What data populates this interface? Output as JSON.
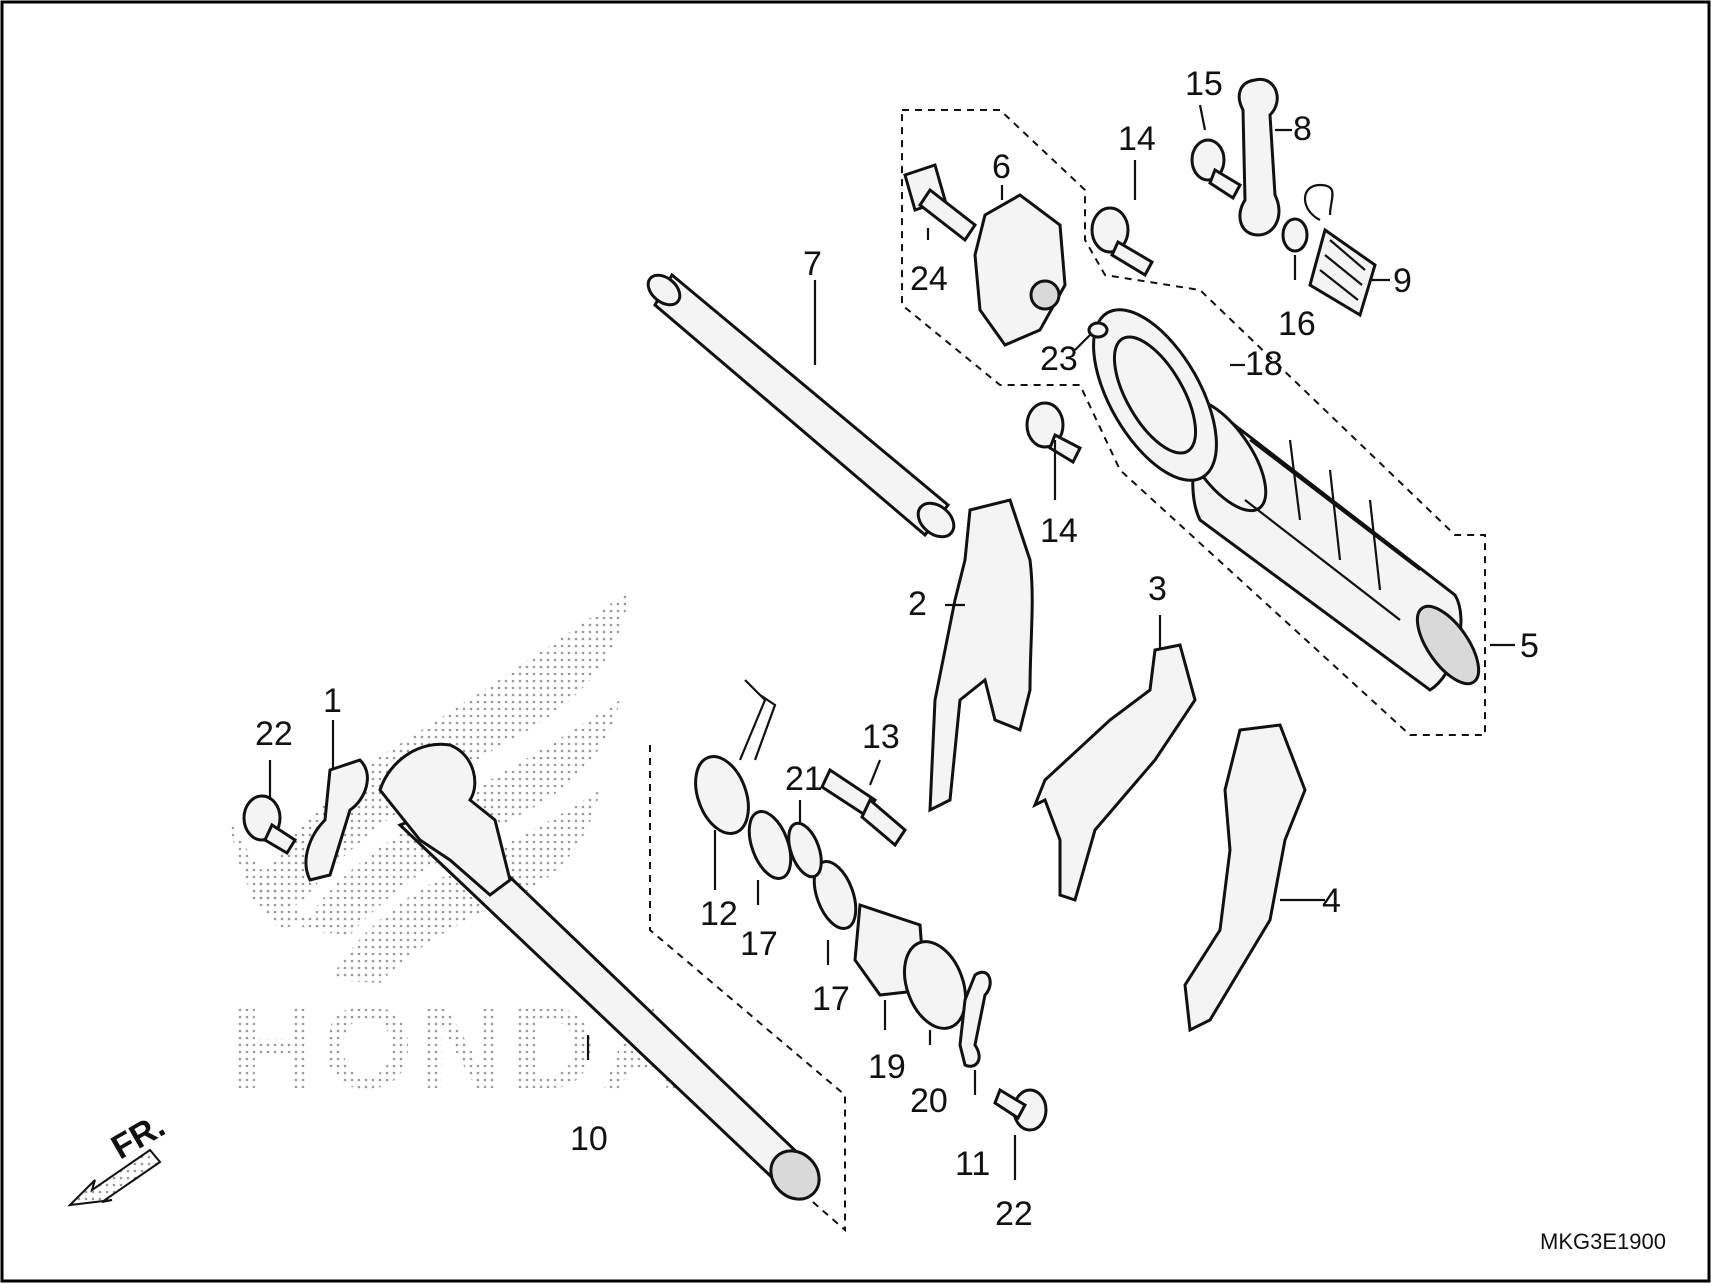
{
  "diagram": {
    "code": "MKG3E1900",
    "watermark": "HONDA",
    "direction": "FR.",
    "callouts": [
      "22",
      "1",
      "10",
      "12",
      "17",
      "21",
      "17",
      "13",
      "19",
      "20",
      "11",
      "22",
      "2",
      "3",
      "4",
      "5",
      "7",
      "6",
      "24",
      "23",
      "18",
      "14",
      "14",
      "15",
      "8",
      "9",
      "16"
    ]
  }
}
